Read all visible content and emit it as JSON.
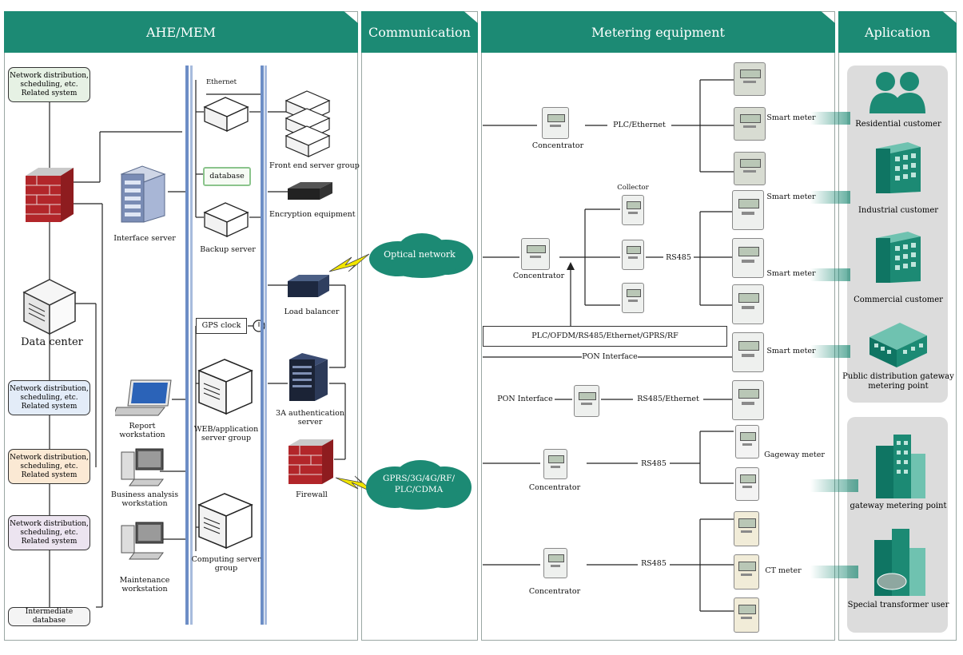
{
  "sections": {
    "ahe": "AHE/MEM",
    "communication": "Communication",
    "metering": "Metering equipment",
    "application": "Aplication"
  },
  "left": {
    "sys_box_1": "Network distribution, scheduling, etc. Related system",
    "sys_box_2": "Network distribution, scheduling, etc. Related system",
    "sys_box_3": "Network distribution, scheduling, etc. Related system",
    "sys_box_4": "Network distribution, scheduling, etc. Related system",
    "data_center": "Data center",
    "intermediate_db": "Intermediate database",
    "interface_server": "Interface server",
    "ethernet": "Ethernet",
    "database": "database",
    "backup_server": "Backup server",
    "front_end": "Front end server group",
    "encryption": "Encryption equipment",
    "load_balancer": "Load balancer",
    "gps_clock": "GPS clock",
    "web_server": "WEB/application server group",
    "auth_server": "3A authentication server",
    "firewall": "Firewall",
    "computing": "Computing server group",
    "report_ws": "Report workstation",
    "business_ws": "Business analysis workstation",
    "maintenance_ws": "Maintenance workstation"
  },
  "comm": {
    "optical": "Optical network",
    "wireless": "GPRS/3G/4G/RF/ PLC/CDMA"
  },
  "metering": {
    "concentrator": "Concentrator",
    "plc_ethernet": "PLC/Ethernet",
    "collector": "Collector",
    "rs485": "RS485",
    "smart_meter": "Smart meter",
    "plc_ofdm": "PLC/OFDM/RS485/Ethernet/GPRS/RF",
    "pon_interface": "PON Interface",
    "rs485_ethernet": "RS485/Ethernet",
    "gateway_meter": "Gageway meter",
    "ct_meter": "CT meter"
  },
  "application": {
    "residential": "Residential customer",
    "industrial": "Industrial customer",
    "commercial": "Commercial customer",
    "public_dist": "Public distribution gateway metering point",
    "gateway_point": "gateway metering point",
    "special": "Special transformer user"
  },
  "colors": {
    "teal": "#1c8a74",
    "bus": "#6d8ec6",
    "sys1": "#e6f1e4",
    "sys2": "#e3ecf8",
    "sys3": "#fbe9d4",
    "sys4": "#ece4f0"
  }
}
